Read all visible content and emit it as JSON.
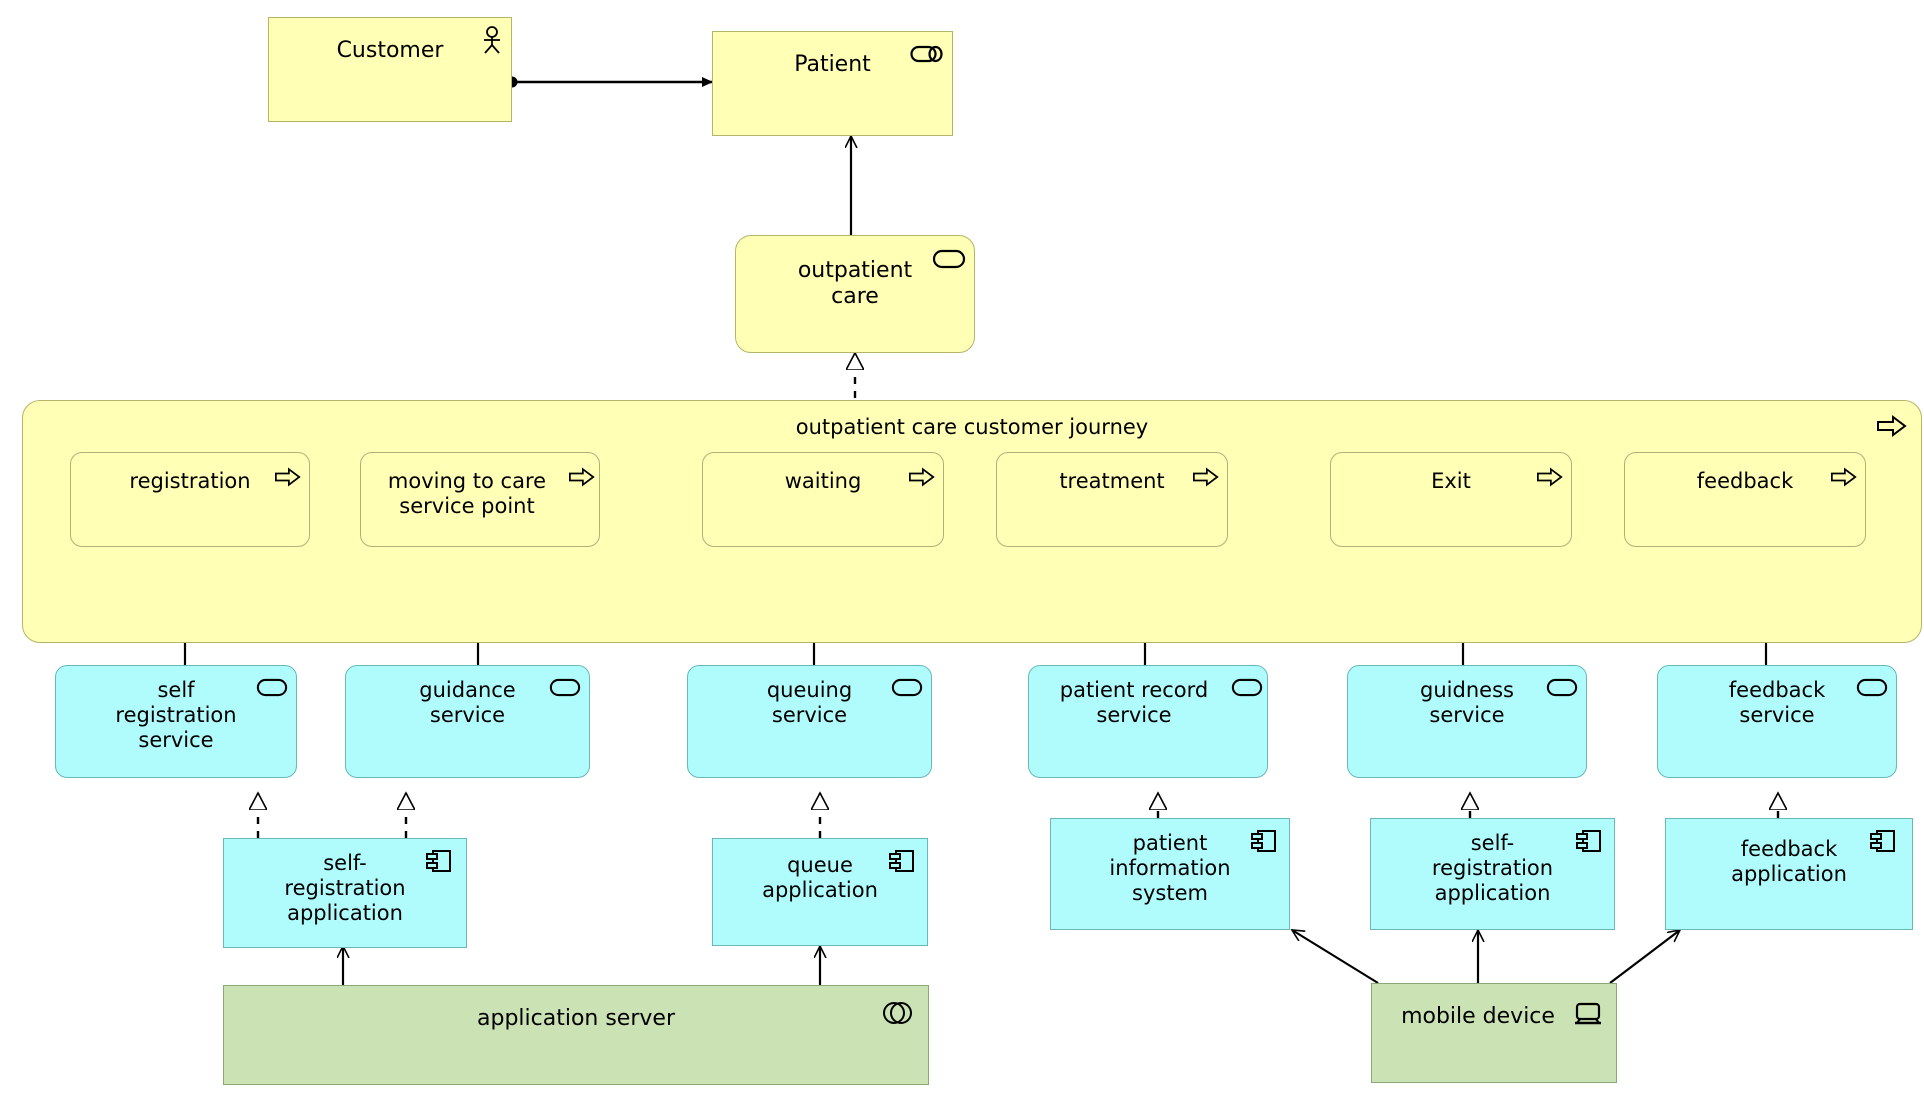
{
  "diagram": {
    "title": "outpatient care customer journey",
    "notation": "ArchiMate",
    "colors": {
      "business_fill": "#ffffb5",
      "business_stroke": "#b5b56a",
      "application_fill": "#b0fbfb",
      "application_stroke": "#6cb8b8",
      "technology_fill": "#cbe3b4",
      "technology_stroke": "#8aa878",
      "line": "#000000"
    }
  },
  "business_layer": {
    "actor": {
      "label": "Customer",
      "icon": "business-actor-icon"
    },
    "role": {
      "label": "Patient",
      "icon": "business-role-icon"
    },
    "service": {
      "label": "outpatient\ncare",
      "icon": "business-service-icon"
    },
    "journey": {
      "label": "outpatient care customer journey",
      "icon": "business-process-icon",
      "steps": [
        {
          "label": "registration",
          "icon": "business-process-icon"
        },
        {
          "label": "moving to care\nservice point",
          "icon": "business-process-icon"
        },
        {
          "label": "waiting",
          "icon": "business-process-icon"
        },
        {
          "label": "treatment",
          "icon": "business-process-icon"
        },
        {
          "label": "Exit",
          "icon": "business-process-icon"
        },
        {
          "label": "feedback",
          "icon": "business-process-icon"
        }
      ]
    }
  },
  "application_layer": {
    "services": [
      {
        "label": "self\nregistration\nservice",
        "icon": "application-service-icon"
      },
      {
        "label": "guidance\nservice",
        "icon": "application-service-icon"
      },
      {
        "label": "queuing\nservice",
        "icon": "application-service-icon"
      },
      {
        "label": "patient record\nservice",
        "icon": "application-service-icon"
      },
      {
        "label": "guidness\nservice",
        "icon": "application-service-icon"
      },
      {
        "label": "feedback\nservice",
        "icon": "application-service-icon"
      }
    ],
    "components": [
      {
        "label": "self-\nregistration\napplication",
        "icon": "application-component-icon"
      },
      {
        "label": "queue\napplication",
        "icon": "application-component-icon"
      },
      {
        "label": "patient\ninformation\nsystem",
        "icon": "application-component-icon"
      },
      {
        "label": "self-\nregistration\napplication",
        "icon": "application-component-icon"
      },
      {
        "label": "feedback\napplication",
        "icon": "application-component-icon"
      }
    ]
  },
  "technology_layer": {
    "nodes": [
      {
        "label": "application server",
        "icon": "system-software-icon"
      },
      {
        "label": "mobile device",
        "icon": "device-icon"
      }
    ]
  },
  "relationships": [
    {
      "type": "assignment",
      "from": "Customer",
      "to": "Patient"
    },
    {
      "type": "realization",
      "from": "outpatient care customer journey",
      "to": "outpatient care"
    },
    {
      "type": "composition-flow",
      "from": "outpatient care",
      "to": "Patient"
    },
    {
      "type": "trigger",
      "from": "registration",
      "to": "moving to care service point"
    },
    {
      "type": "trigger",
      "from": "moving to care service point",
      "to": "waiting"
    },
    {
      "type": "trigger",
      "from": "waiting",
      "to": "treatment"
    },
    {
      "type": "trigger",
      "from": "treatment",
      "to": "Exit"
    },
    {
      "type": "trigger",
      "from": "Exit",
      "to": "feedback"
    },
    {
      "type": "serving",
      "from": "self registration service",
      "to": "registration"
    },
    {
      "type": "serving",
      "from": "guidance service",
      "to": "moving to care service point"
    },
    {
      "type": "serving",
      "from": "queuing service",
      "to": "waiting"
    },
    {
      "type": "serving",
      "from": "patient record service",
      "to": "treatment"
    },
    {
      "type": "serving",
      "from": "guidness service",
      "to": "Exit"
    },
    {
      "type": "serving",
      "from": "feedback service",
      "to": "feedback"
    },
    {
      "type": "realization",
      "from": "self-registration application",
      "to": "self registration service"
    },
    {
      "type": "realization",
      "from": "self-registration application",
      "to": "guidance service"
    },
    {
      "type": "realization",
      "from": "queue application",
      "to": "queuing service"
    },
    {
      "type": "realization",
      "from": "patient information system",
      "to": "patient record service"
    },
    {
      "type": "realization",
      "from": "self-registration application",
      "to": "guidness service"
    },
    {
      "type": "realization",
      "from": "feedback application",
      "to": "feedback service"
    },
    {
      "type": "serving",
      "from": "application server",
      "to": "self-registration application"
    },
    {
      "type": "serving",
      "from": "application server",
      "to": "queue application"
    },
    {
      "type": "serving",
      "from": "mobile device",
      "to": "patient information system"
    },
    {
      "type": "serving",
      "from": "mobile device",
      "to": "self-registration application"
    },
    {
      "type": "serving",
      "from": "mobile device",
      "to": "feedback application"
    }
  ]
}
